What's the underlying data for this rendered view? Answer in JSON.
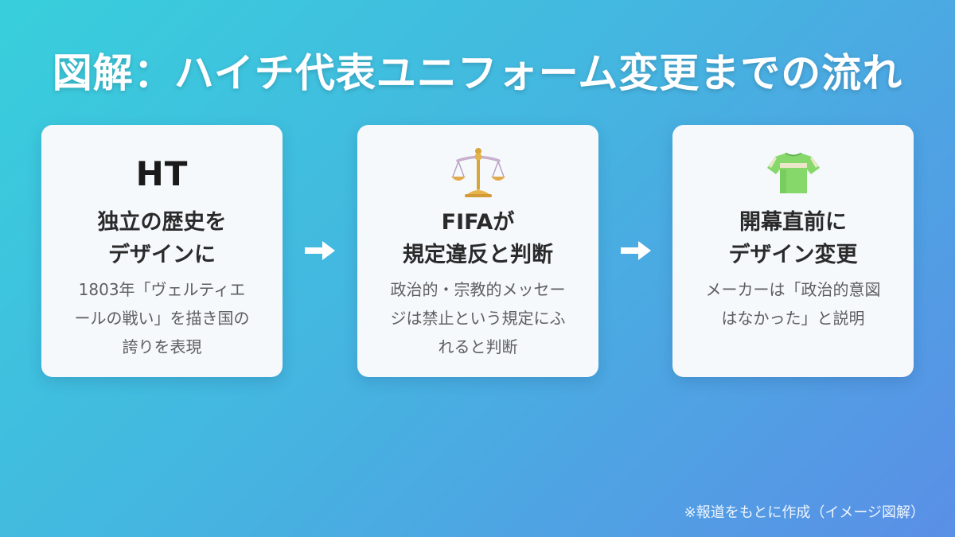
{
  "title": "図解：ハイチ代表ユニフォーム変更までの流れ",
  "steps": [
    {
      "icon_label": "HT",
      "heading": [
        "独立の歴史を",
        "デザインに"
      ],
      "body": [
        "1803年「ヴェルティエ",
        "ールの戦い」を描き国の",
        "誇りを表現"
      ]
    },
    {
      "icon": "scales-icon",
      "heading": [
        "FIFAが",
        "規定違反と判断"
      ],
      "body": [
        "政治的・宗教的メッセー",
        "ジは禁止という規定にふ",
        "れると判断"
      ]
    },
    {
      "icon": "shirt-icon",
      "heading": [
        "開幕直前に",
        "デザイン変更"
      ],
      "body": [
        "メーカーは「政治的意図",
        "はなかった」と説明"
      ]
    }
  ],
  "footnote": "※報道をもとに作成（イメージ図解）",
  "colors": {
    "gradient_start": "#38cfdc",
    "gradient_end": "#5a8fe6",
    "card_bg": "#f5f9fc",
    "heading_text": "#2a2a2a",
    "body_text": "#5e5e5e",
    "arrow": "#ffffff"
  }
}
